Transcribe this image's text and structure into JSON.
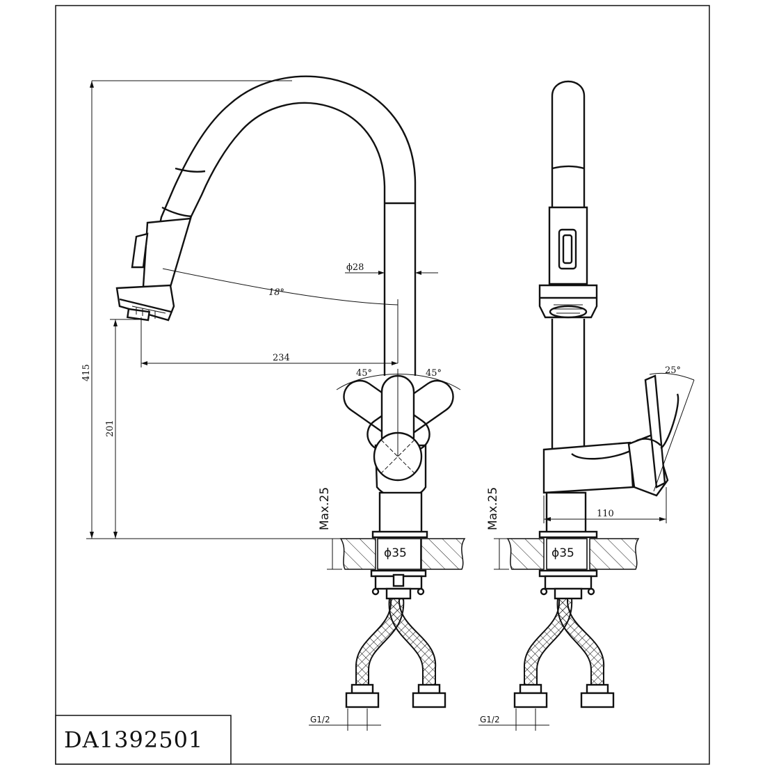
{
  "model_code": "DA1392501",
  "dimensions": {
    "overall_height": "415",
    "spout_height": "201",
    "spout_reach": "234",
    "spout_diameter": "ϕ28",
    "pullout_angle": "18°",
    "handle_rotation_left": "45°",
    "handle_rotation_right": "45°",
    "handle_tilt": "25°",
    "body_depth": "110",
    "max_deck_thickness": "Max.25",
    "base_diameter": "ϕ35",
    "hose_thread": "G1/2"
  }
}
